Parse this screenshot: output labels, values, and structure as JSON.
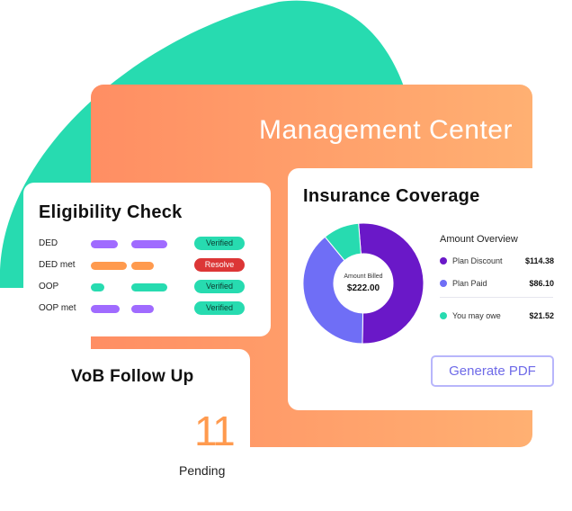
{
  "colors": {
    "teal": "#27dbb0",
    "orange_start": "#ff8e63",
    "orange_end": "#ffb072",
    "purple": "#a06bff",
    "orange": "#ff9a4e",
    "verified": "#27dbb0",
    "resolve": "#dc3636",
    "plan_discount": "#6a18c8",
    "plan_paid": "#6f6ef6",
    "you_owe": "#27dbb0"
  },
  "management": {
    "title": "Management Center"
  },
  "eligibility": {
    "title": "Eligibility Check",
    "rows": [
      {
        "label": "DED",
        "status": "Verified"
      },
      {
        "label": "DED met",
        "status": "Resolve"
      },
      {
        "label": "OOP",
        "status": "Verified"
      },
      {
        "label": "OOP met",
        "status": "Verified"
      }
    ]
  },
  "insurance": {
    "title": "Insurance Coverage",
    "center_label": "Amount Billed",
    "center_value": "$222.00",
    "overview_title": "Amount Overview",
    "items": [
      {
        "name": "Plan Discount",
        "value": "$114.38",
        "amount": 114.38
      },
      {
        "name": "Plan Paid",
        "value": "$86.10",
        "amount": 86.1
      },
      {
        "name": "You may owe",
        "value": "$21.52",
        "amount": 21.52
      }
    ],
    "button": "Generate PDF"
  },
  "vob": {
    "title": "VoB Follow Up",
    "count": "11",
    "count_label": "Pending"
  }
}
